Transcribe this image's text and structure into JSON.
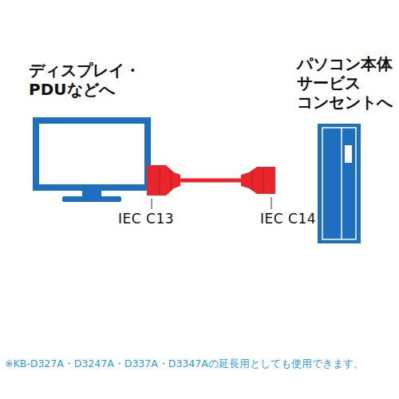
{
  "diagram": {
    "labels": [
      "ディスプレイ・ PDUなどへ",
      "パソコン本体 サービス コンセントへ",
      "IEC C13",
      "IEC C14",
      "※KB-D327A・D3247A・D337A・D3347Aの延長用としても使用できます。"
    ]
  }
}
